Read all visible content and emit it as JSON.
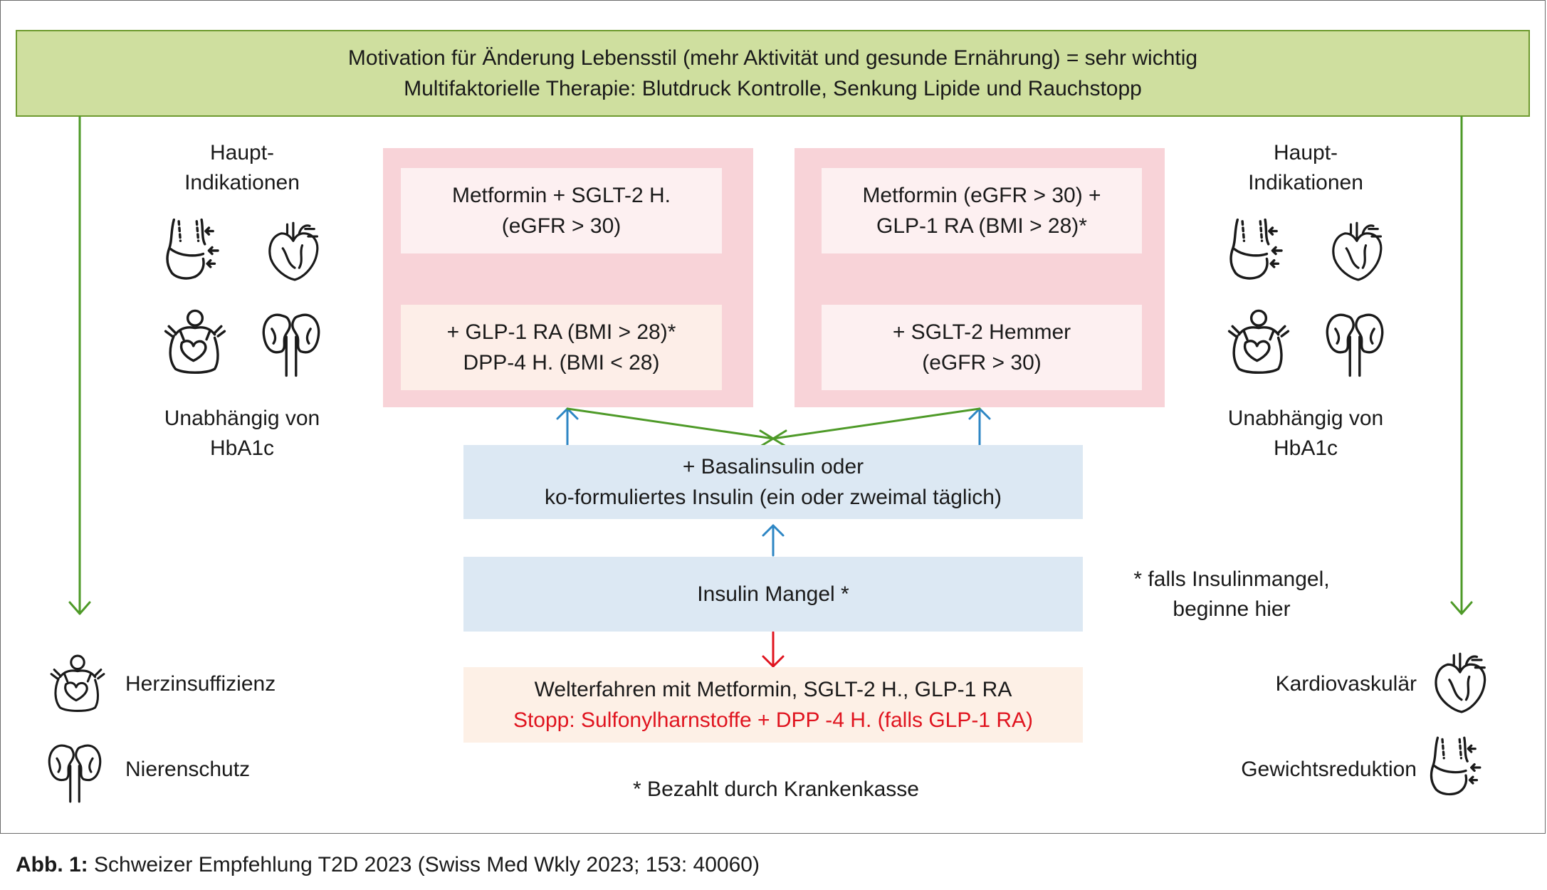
{
  "banner": {
    "line1": "Motivation für Änderung Lebensstil (mehr Aktivität und gesunde Ernährung) = sehr wichtig",
    "line2": "Multifaktorielle Therapie: Blutdruck Kontrolle, Senkung Lipide und Rauchstopp"
  },
  "left_col": {
    "heading_line1": "Haupt-",
    "heading_line2": "Indikationen",
    "footer_line1": "Unabhängig von",
    "footer_line2": "HbA1c"
  },
  "right_col": {
    "heading_line1": "Haupt-",
    "heading_line2": "Indikationen",
    "footer_line1": "Unabhängig von",
    "footer_line2": "HbA1c"
  },
  "panel_left": {
    "top_line1": "Metformin + SGLT-2 H.",
    "top_line2": "(eGFR > 30)",
    "bottom_line1": "+ GLP-1 RA (BMI > 28)*",
    "bottom_line2": "DPP-4 H. (BMI < 28)"
  },
  "panel_right": {
    "top_line1": "Metformin (eGFR > 30) +",
    "top_line2": "GLP-1 RA (BMI > 28)*",
    "bottom_line1": "+ SGLT-2 Hemmer",
    "bottom_line2": "(eGFR > 30)"
  },
  "basal": {
    "line1": "+ Basalinsulin oder",
    "line2": "ko-formuliertes Insulin (ein oder zweimal täglich)"
  },
  "mangel": {
    "label": "Insulin Mangel *"
  },
  "note_insulin": {
    "line1": "* falls Insulinmangel,",
    "line2": "beginne hier"
  },
  "continue": {
    "line1": "Welterfahren mit Metformin, SGLT-2 H., GLP-1 RA",
    "line2": "Stopp: Sulfonylharnstoffe + DPP -4 H. (falls GLP-1 RA)"
  },
  "paid_note": "* Bezahlt durch Krankenkasse",
  "outcomes_left": {
    "item1": "Herzinsuffizienz",
    "item2": "Nierenschutz"
  },
  "outcomes_right": {
    "item1": "Kardiovaskulär",
    "item2": "Gewichtsreduktion"
  },
  "caption": {
    "label": "Abb. 1:",
    "text": " Schweizer Empfehlung T2D 2023 (Swiss Med Wkly 2023; 153: 40060)"
  },
  "colors": {
    "green": "#4e9a28",
    "blue": "#2d86c4",
    "red": "#e0141f",
    "banner_fill": "#cfdf9f",
    "pink": "#f8d3d8",
    "light_blue": "#dce8f3"
  },
  "icons": [
    "waist-icon",
    "heart-icon",
    "person-heart-icon",
    "kidney-icon"
  ]
}
